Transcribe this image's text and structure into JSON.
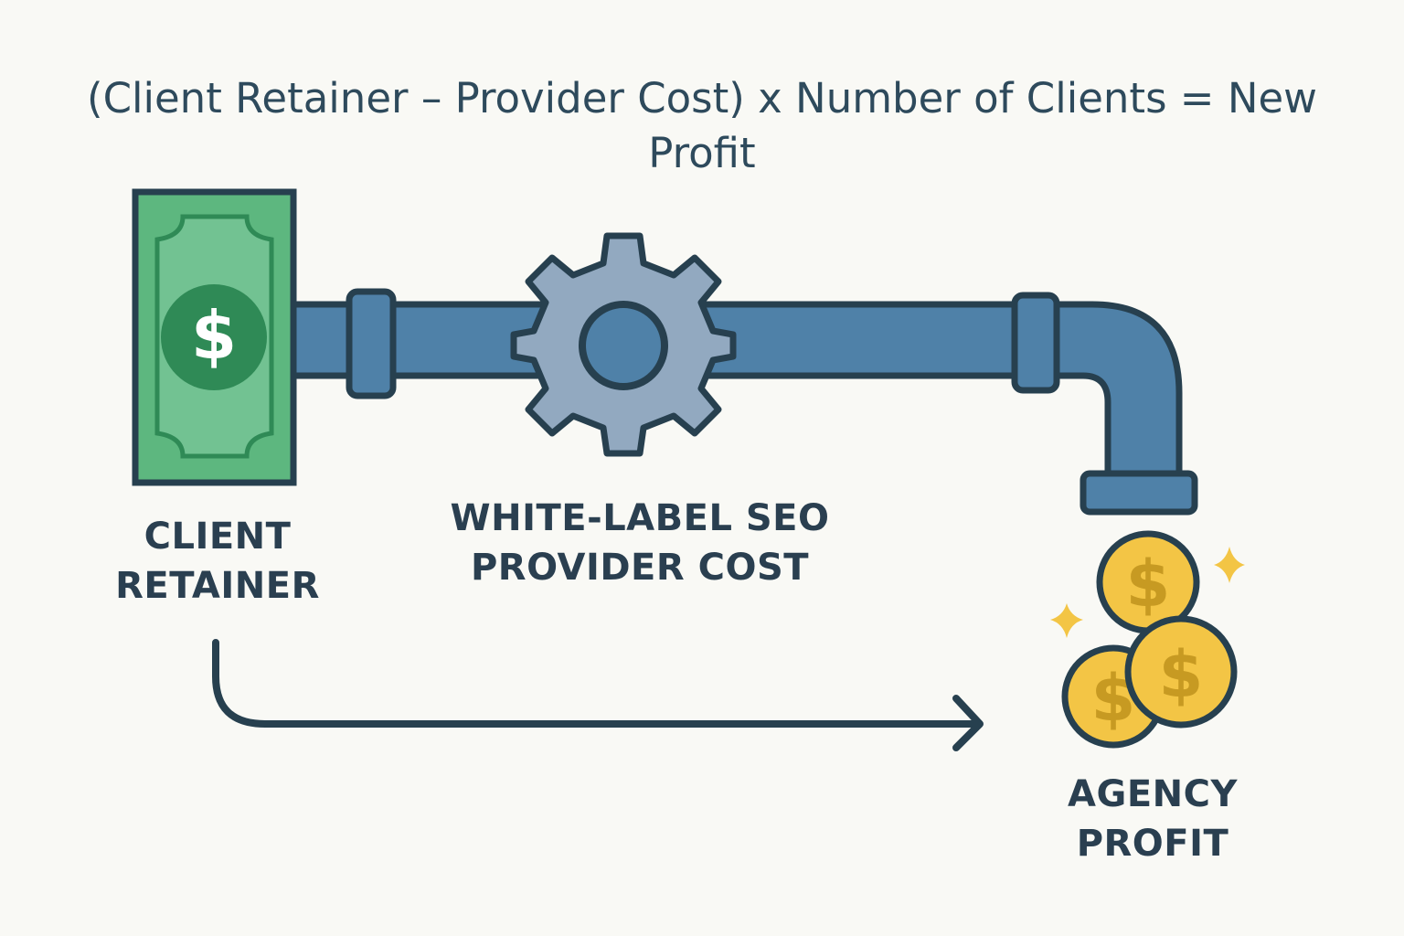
{
  "title": "(Client Retainer – Provider Cost) x Number of Clients = New Profit",
  "nodes": {
    "client_retainer": {
      "line1": "CLIENT",
      "line2": "RETAINER",
      "icon": "dollar-bill-icon"
    },
    "provider_cost": {
      "line1": "WHITE-LABEL SEO",
      "line2": "PROVIDER COST",
      "icon": "gear-icon"
    },
    "agency_profit": {
      "line1": "AGENCY",
      "line2": "PROFIT",
      "icon": "coins-icon"
    }
  },
  "glyphs": {
    "dollar": "$"
  },
  "colors": {
    "outline": "#27404f",
    "pipe": "#4f81a8",
    "pipe_dark": "#44739a",
    "gear": "#92a9c0",
    "bill": "#5db77f",
    "bill_inner": "#72c292",
    "bill_seal": "#2f8a56",
    "coin": "#f3c545",
    "coin_mark": "#c79a22",
    "sparkle": "#f3c545",
    "background": "#f9f9f5"
  }
}
